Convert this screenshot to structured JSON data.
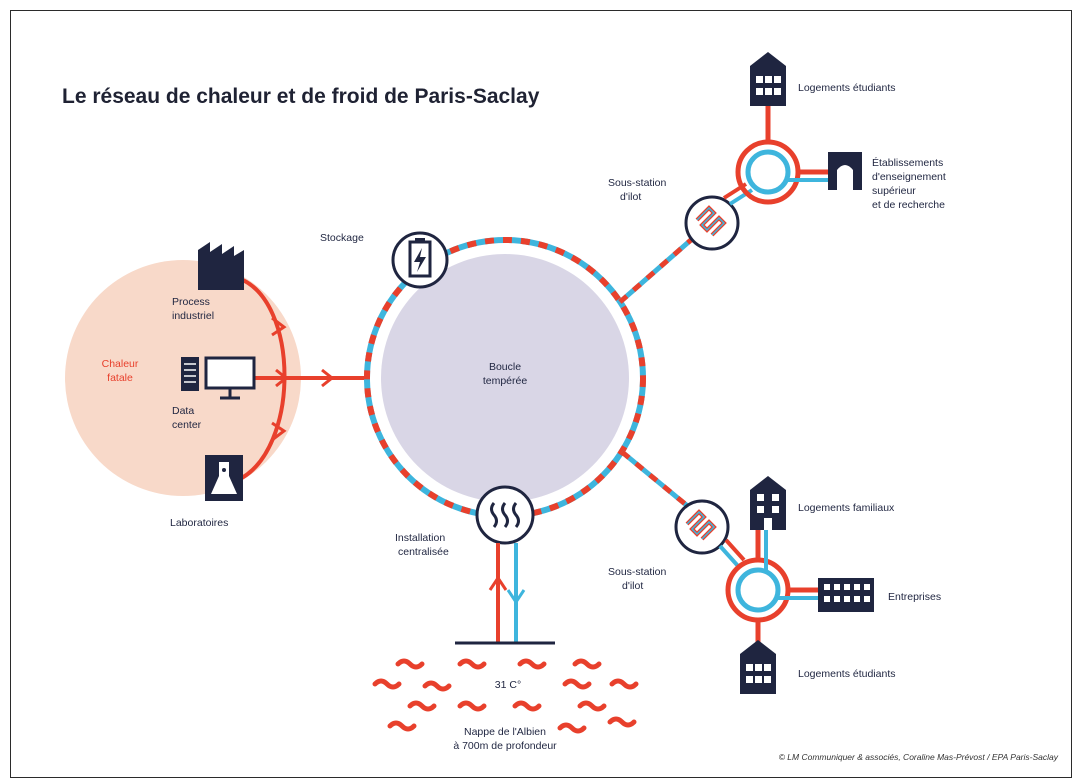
{
  "title": "Le  réseau de chaleur et de froid de Paris-Saclay",
  "colors": {
    "navy": "#1f2540",
    "red": "#e8402c",
    "blue": "#3eb5dd",
    "loop": "#d9d6e6",
    "fatale": "#f8d9c9"
  },
  "labels": {
    "chaleur": "Chaleur",
    "fatale": "fatale",
    "process1": "Process",
    "process2": "industriel",
    "data1": "Data",
    "data2": "center",
    "laboratoires": "Laboratoires",
    "stockage": "Stockage",
    "boucle1": "Boucle",
    "boucle2": "tempérée",
    "install1": "Installation",
    "install2": "centralisée",
    "temp": "31 C°",
    "nappe1": "Nappe de l'Albien",
    "nappe2": "à 700m de profondeur",
    "sous_top1": "Sous-station",
    "sous_top2": "d'ilot",
    "sous_bot1": "Sous-station",
    "sous_bot2": "d'ilot",
    "log_etu_top": "Logements étudiants",
    "etab1": "Établissements",
    "etab2": "d'enseignement",
    "etab3": "supérieur",
    "etab4": "et de recherche",
    "log_fam": "Logements familiaux",
    "entreprises": "Entreprises",
    "log_etu_bot": "Logements étudiants"
  },
  "credit": "© LM Communiquer & associés, Coraline Mas-Prévost / EPA Paris-Saclay",
  "icons": [
    "factory-icon",
    "server-icon",
    "monitor-icon",
    "lab-flask-icon",
    "battery-icon",
    "heat-waves-icon",
    "building-icon",
    "arch-building-icon",
    "office-building-icon",
    "exchanger-icon"
  ]
}
